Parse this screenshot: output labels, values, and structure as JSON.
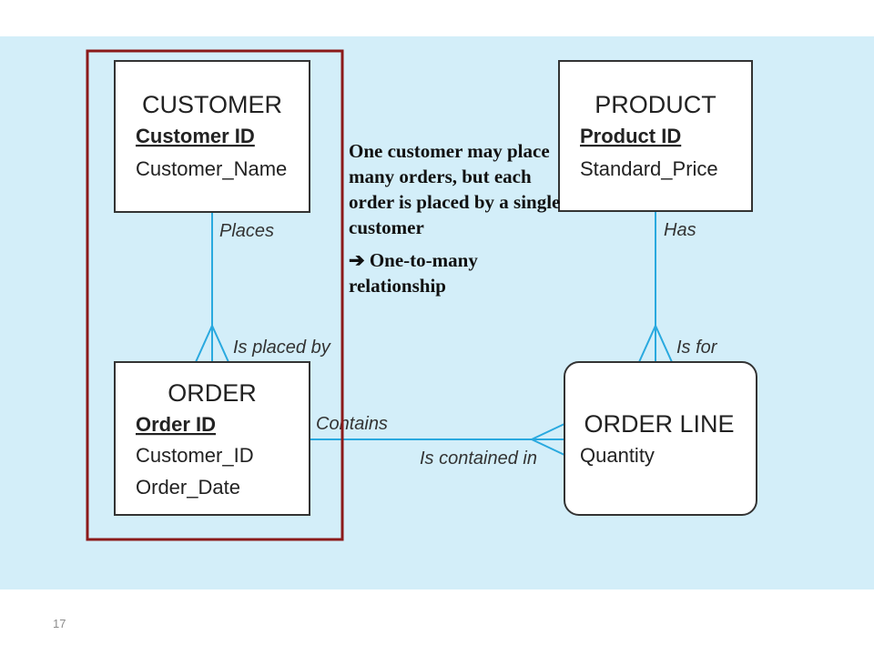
{
  "entities": {
    "customer": {
      "title": "CUSTOMER",
      "key": "Customer ID",
      "attributes": [
        "Customer_Name"
      ]
    },
    "product": {
      "title": "PRODUCT",
      "key": "Product ID",
      "attributes": [
        "Standard_Price"
      ]
    },
    "order": {
      "title": "ORDER",
      "key": "Order ID",
      "attributes": [
        "Customer_ID",
        "Order_Date"
      ]
    },
    "order_line": {
      "title": "ORDER LINE",
      "attributes": [
        "Quantity"
      ]
    }
  },
  "relationships": {
    "places": "Places",
    "is_placed_by": "Is placed by",
    "has": "Has",
    "is_for": "Is for",
    "contains": "Contains",
    "is_contained_in": "Is contained in"
  },
  "annotation": {
    "text": "One customer may place many orders, but each order is placed by a single customer",
    "conclusion": "➔ One-to-many relationship"
  },
  "colors": {
    "panel_background": "#d3eef9",
    "connector_line": "#29a9df",
    "highlight_border": "#8b1a1a"
  },
  "page_number": "17"
}
